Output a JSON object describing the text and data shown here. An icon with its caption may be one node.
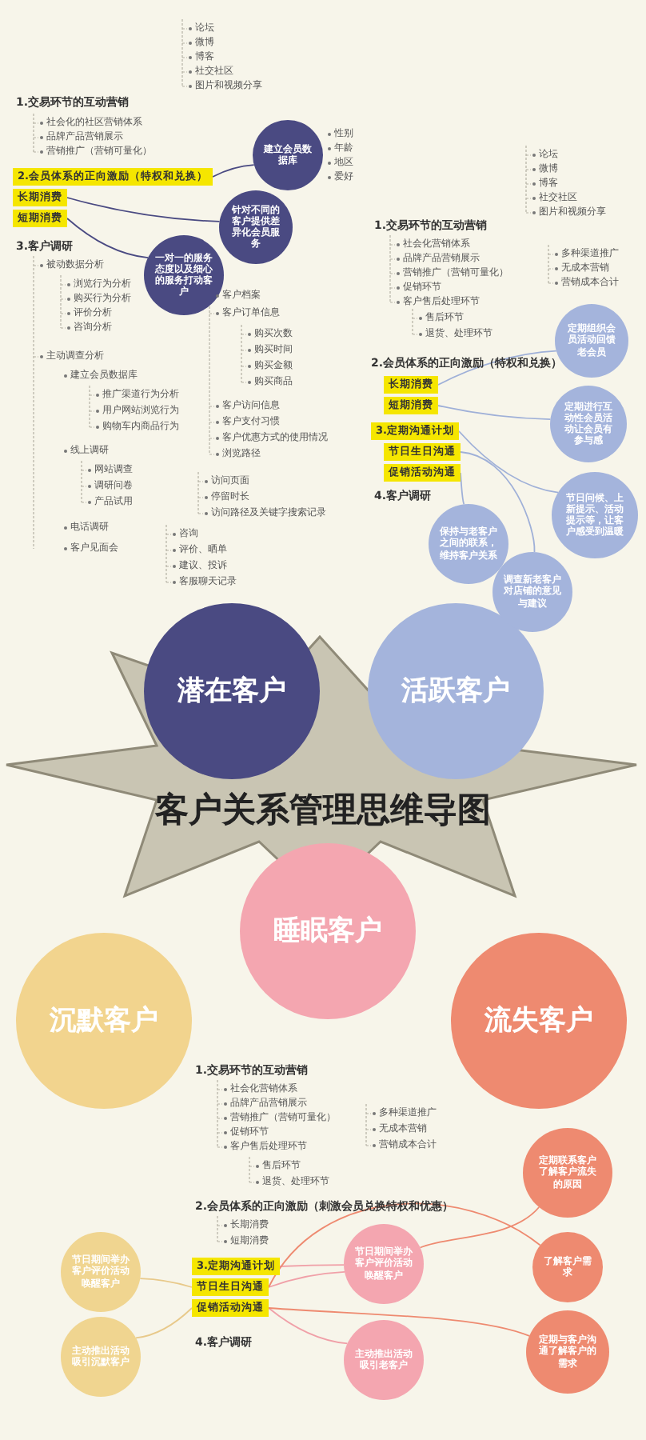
{
  "diagram": {
    "title": "客户关系管理思维导图",
    "nodes": [
      {
        "text": [
          "潜在客户"
        ]
      },
      {
        "text": [
          "活跃客户"
        ]
      },
      {
        "text": [
          "睡眠客户"
        ]
      },
      {
        "text": [
          "沉默客户"
        ]
      },
      {
        "text": [
          "流失客户"
        ]
      },
      {
        "text": [
          "2.会员体系的正向激励（特权和兑换）"
        ]
      },
      {
        "text": [
          "长期消费"
        ]
      },
      {
        "text": [
          "短期消费"
        ]
      },
      {
        "text": [
          "建立会员数据库"
        ]
      },
      {
        "text": [
          "针对不同的客户提供差异化会员服务"
        ]
      },
      {
        "text": [
          "一对一的服务态度以及细心的服务打动客户"
        ]
      },
      {
        "text": [
          "2.会员体系的正向激励（特权和兑换）"
        ]
      },
      {
        "text": [
          "长期消费"
        ]
      },
      {
        "text": [
          "短期消费"
        ]
      },
      {
        "text": [
          "3.定期沟通计划"
        ]
      },
      {
        "text": [
          "节日生日沟通"
        ]
      },
      {
        "text": [
          "促销活动沟通"
        ]
      },
      {
        "text": [
          "定期组织会员活动回馈老会员"
        ]
      },
      {
        "text": [
          "定期进行互动性会员活动让会员有参与感"
        ]
      },
      {
        "text": [
          "节日问候、上新提示、活动提示等，让客户感受到温暖"
        ]
      },
      {
        "text": [
          "保持与老客户之间的联系，维持客户关系"
        ]
      },
      {
        "text": [
          "调查新老客户对店铺的意见与建议"
        ]
      },
      {
        "text": [
          "3.定期沟通计划"
        ]
      },
      {
        "text": [
          "节日生日沟通"
        ]
      },
      {
        "text": [
          "促销活动沟通"
        ]
      },
      {
        "text": [
          "节日期间举办客户评价活动唤醒客户"
        ]
      },
      {
        "text": [
          "主动推出活动吸引沉默客户"
        ]
      },
      {
        "text": [
          "节日期间举办客户评价活动唤醒客户"
        ]
      },
      {
        "text": [
          "主动推出活动吸引老客户"
        ]
      },
      {
        "text": [
          "定期联系客户了解客户流失的原因"
        ]
      },
      {
        "text": [
          "了解客户需求"
        ]
      },
      {
        "text": [
          "定期与客户沟通了解客户的需求"
        ]
      }
    ],
    "edges": [
      {
        "from": 8,
        "to": 5,
        "arrow": "none",
        "color": "#4a4a82"
      },
      {
        "from": 9,
        "to": 6,
        "arrow": "none",
        "color": "#4a4a82"
      },
      {
        "from": 10,
        "to": 7,
        "arrow": "none",
        "color": "#4a4a82"
      },
      {
        "from": 17,
        "to": 12,
        "arrow": "none"
      },
      {
        "from": 18,
        "to": 13,
        "arrow": "none"
      },
      {
        "from": 19,
        "to": 14,
        "arrow": "none"
      },
      {
        "from": 20,
        "to": 16,
        "arrow": "none"
      },
      {
        "from": 21,
        "to": 15,
        "arrow": "none"
      },
      {
        "from": 25,
        "to": 23,
        "arrow": "none",
        "color": "#e8c98a"
      },
      {
        "from": 26,
        "to": 24,
        "arrow": "none",
        "color": "#e8c98a"
      },
      {
        "from": 27,
        "to": 22,
        "arrow": "none",
        "color": "#f0a0a8"
      },
      {
        "from": 27,
        "to": 23,
        "arrow": "none",
        "color": "#f0a0a8"
      },
      {
        "from": 28,
        "to": 24,
        "arrow": "none",
        "color": "#f0a0a8"
      },
      {
        "from": 29,
        "to": 27,
        "arrow": "none",
        "color": "#ee8a70"
      },
      {
        "from": 30,
        "to": 23,
        "arrow": "none",
        "color": "#ee8a70"
      },
      {
        "from": 31,
        "to": 24,
        "arrow": "none",
        "color": "#ee8a70"
      }
    ],
    "labels": [
      "论坛",
      "微博",
      "博客",
      "社交社区",
      "图片和视频分享",
      "1.交易环节的互动营销",
      "社会化的社区营销体系",
      "品牌产品营销展示",
      "营销推广（营销可量化）",
      "3.客户调研",
      "被动数据分析",
      "浏览行为分析",
      "购买行为分析",
      "评价分析",
      "咨询分析",
      "主动调查分析",
      "建立会员数据库",
      "推广渠道行为分析",
      "用户网站浏览行为",
      "购物车内商品行为",
      "线上调研",
      "网站调查",
      "调研问卷",
      "产品试用",
      "电话调研",
      "客户见面会",
      "性别",
      "年龄",
      "地区",
      "爱好",
      "客户档案",
      "客户订单信息",
      "购买次数",
      "购买时间",
      "购买金额",
      "购买商品",
      "客户访问信息",
      "客户支付习惯",
      "客户优惠方式的使用情况",
      "浏览路径",
      "访问页面",
      "停留时长",
      "访问路径及关键字搜索记录",
      "咨询",
      "评价、晒单",
      "建议、投诉",
      "客服聊天记录",
      "论坛",
      "微博",
      "博客",
      "社交社区",
      "图片和视频分享",
      "1.交易环节的互动营销",
      "社会化营销体系",
      "品牌产品营销展示",
      "营销推广（营销可量化）",
      "促销环节",
      "客户售后处理环节",
      "售后环节",
      "退货、处理环节",
      "多种渠道推广",
      "无成本营销",
      "营销成本合计",
      "4.客户调研",
      "1.交易环节的互动营销",
      "社会化营销体系",
      "品牌产品营销展示",
      "营销推广（营销可量化）",
      "促销环节",
      "客户售后处理环节",
      "售后环节",
      "退货、处理环节",
      "多种渠道推广",
      "无成本营销",
      "营销成本合计",
      "2.会员体系的正向激励（刺激会员兑换特权和优惠）",
      "长期消费",
      "短期消费",
      "4.客户调研"
    ]
  }
}
